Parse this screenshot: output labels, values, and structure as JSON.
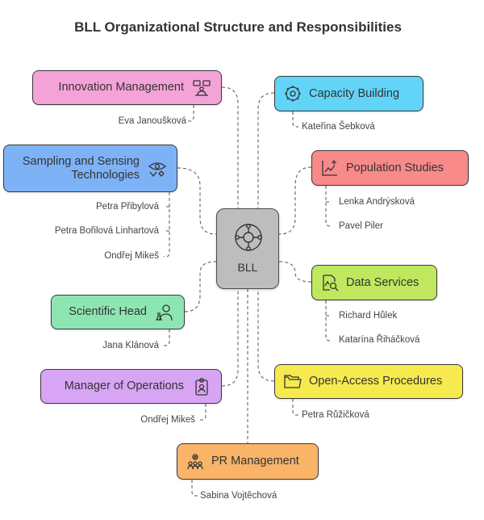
{
  "title": "BLL Organizational Structure and Responsibilities",
  "center": {
    "label": "BLL",
    "icon": "hub-icon"
  },
  "units": [
    {
      "label": "Innovation Management",
      "icon": "collaboration-icon",
      "color": "#f4a3d8",
      "people": [
        "Eva Janoušková"
      ]
    },
    {
      "label": "Sampling and Sensing Technologies",
      "icon": "sensing-icon",
      "color": "#7eb2f6",
      "people": [
        "Petra Přibylová",
        "Petra Bořilová Linhartová",
        "Ondřej Mikeš"
      ]
    },
    {
      "label": "Scientific Head",
      "icon": "scientist-icon",
      "color": "#8de6b2",
      "people": [
        "Jana Klánová"
      ]
    },
    {
      "label": "Manager of Operations",
      "icon": "badge-icon",
      "color": "#d8a4f4",
      "people": [
        "Ondřej Mikeš"
      ]
    },
    {
      "label": "PR Management",
      "icon": "gears-people-icon",
      "color": "#f9b468",
      "people": [
        "Sabina Vojtěchová"
      ]
    },
    {
      "label": "Capacity Building",
      "icon": "gear-network-icon",
      "color": "#62d4f7",
      "people": [
        "Kateřina Šebková"
      ]
    },
    {
      "label": "Population Studies",
      "icon": "chart-plus-icon",
      "color": "#f88a8a",
      "people": [
        "Lenka Andrýsková",
        "Pavel Piler"
      ]
    },
    {
      "label": "Data Services",
      "icon": "data-search-icon",
      "color": "#bfe85e",
      "people": [
        "Richard Hůlek",
        "Katarína Řiháčková"
      ]
    },
    {
      "label": "Open-Access Procedures",
      "icon": "folder-icon",
      "color": "#f7ea4e",
      "people": [
        "Petra Růžičková"
      ]
    }
  ]
}
